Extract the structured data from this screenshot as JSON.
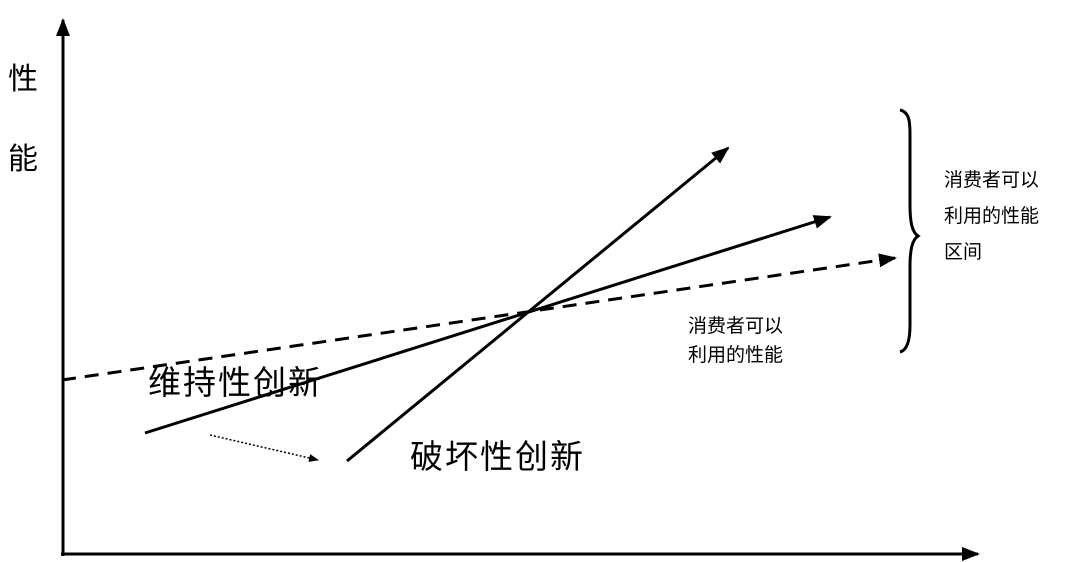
{
  "diagram": {
    "y_axis_label": [
      "性",
      "能"
    ],
    "sustaining_label": "维持性创新",
    "disruptive_label": "破坏性创新",
    "consumer_performance_label": [
      "消费者可以",
      "利用的性能"
    ],
    "performance_range_label": [
      "消费者可以",
      "利用的性能",
      "区间"
    ]
  }
}
